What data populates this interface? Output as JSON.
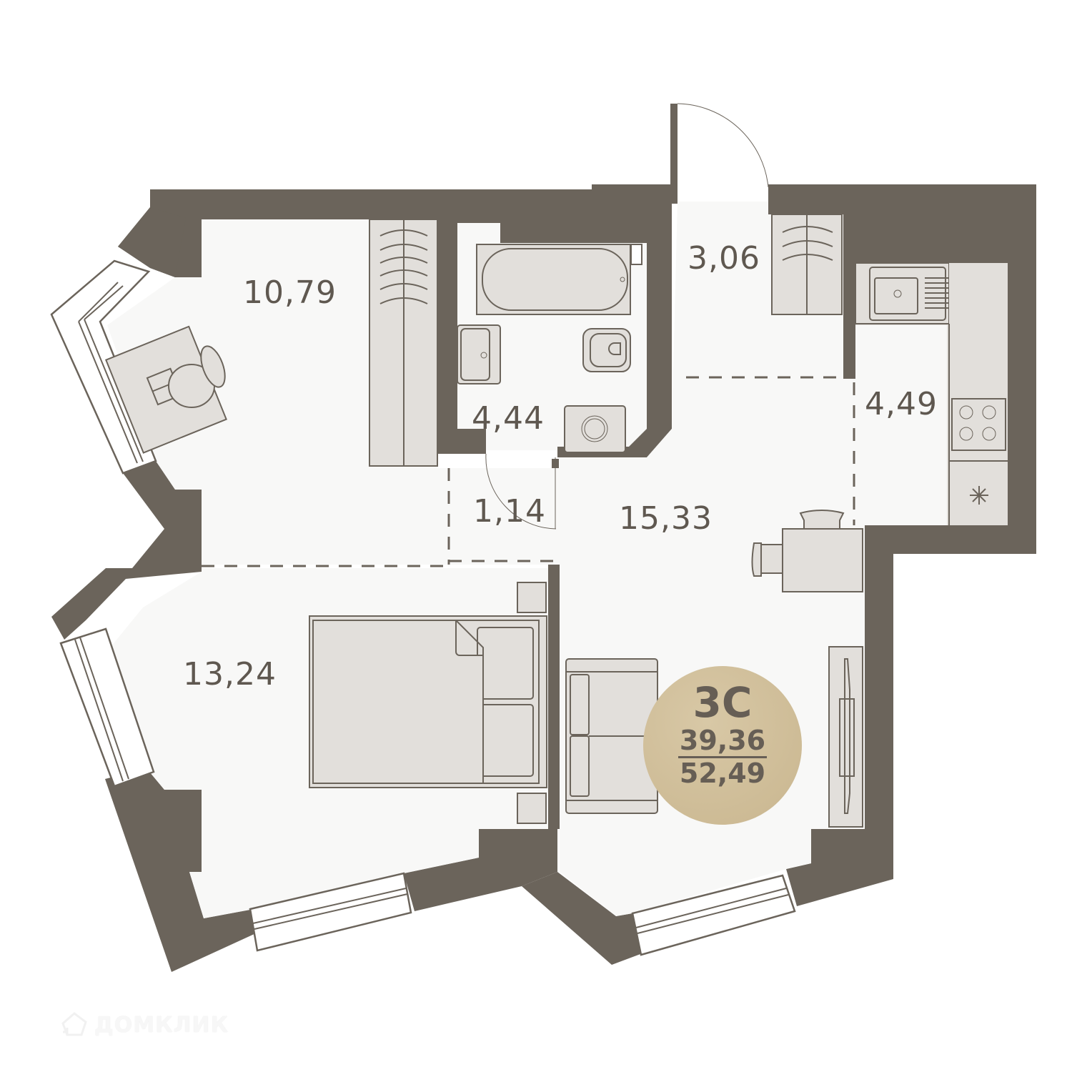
{
  "plan": {
    "apartment_type": "3С",
    "living_area": "39,36",
    "total_area": "52,49",
    "badge_color": "#cdbb93",
    "wall_color": "#6b645b",
    "furniture_color": "#e2dfdb"
  },
  "rooms": [
    {
      "id": "bedroom-office",
      "area": "10,79"
    },
    {
      "id": "bathroom",
      "area": "4,44"
    },
    {
      "id": "hallway-entry",
      "area": "3,06"
    },
    {
      "id": "kitchen",
      "area": "4,49"
    },
    {
      "id": "corridor",
      "area": "1,14"
    },
    {
      "id": "living-room",
      "area": "15,33"
    },
    {
      "id": "bedroom",
      "area": "13,24"
    }
  ],
  "watermark": {
    "text": "ДОМКЛИК",
    "icon": "house-logo-icon"
  }
}
